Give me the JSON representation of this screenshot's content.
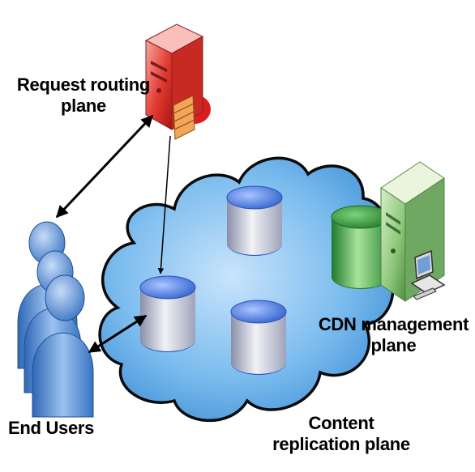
{
  "labels": {
    "request_routing": [
      "Request routing",
      "plane"
    ],
    "cdn_management": [
      "CDN management",
      "plane"
    ],
    "end_users": "End Users",
    "content_replication": [
      "Content",
      "replication plane"
    ]
  },
  "nodes": {
    "request_routing_server": {
      "icon": "server-icon",
      "color": "#d81e1e"
    },
    "management_server": {
      "icon": "server-icon",
      "color": "#7cbf6a"
    },
    "management_database": {
      "icon": "database-icon",
      "color": "#2e9a3c"
    },
    "management_computer": {
      "icon": "computer-icon"
    },
    "content_cloud": {
      "icon": "cloud-icon",
      "color": "#6aaee6"
    },
    "replica_databases": [
      {
        "icon": "database-icon",
        "color": "#3a6fd8"
      },
      {
        "icon": "database-icon",
        "color": "#3a6fd8"
      },
      {
        "icon": "database-icon",
        "color": "#3a6fd8"
      }
    ],
    "end_users": {
      "icon": "users-icon",
      "color": "#5a8fd0"
    }
  }
}
